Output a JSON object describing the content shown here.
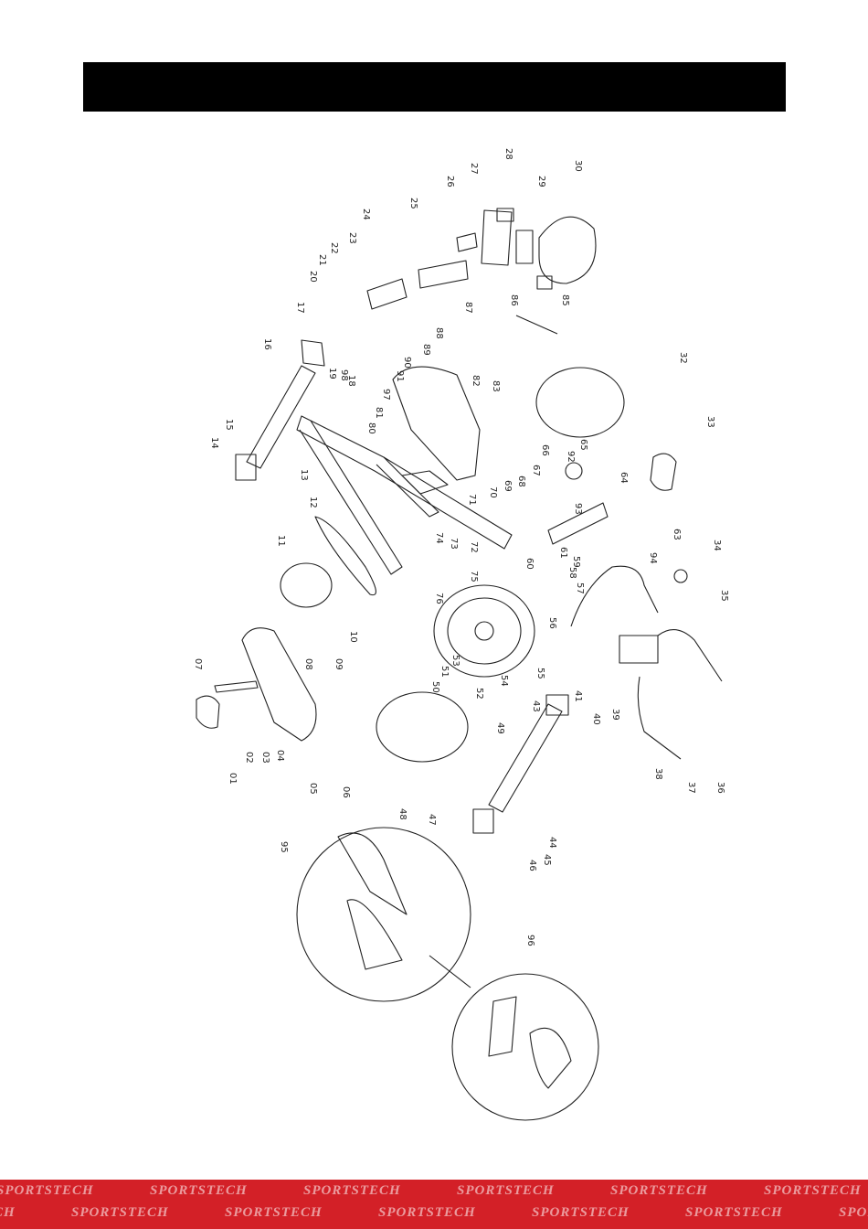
{
  "header": {
    "title": ""
  },
  "diagram": {
    "part_labels": [
      "01",
      "02",
      "03",
      "04",
      "05",
      "06",
      "07",
      "08",
      "09",
      "10",
      "11",
      "12",
      "13",
      "14",
      "15",
      "16",
      "17",
      "18",
      "19",
      "20",
      "21",
      "22",
      "23",
      "24",
      "25",
      "26",
      "27",
      "28",
      "29",
      "30",
      "32",
      "33",
      "34",
      "35",
      "36",
      "37",
      "38",
      "39",
      "40",
      "41",
      "43",
      "44",
      "45",
      "46",
      "47",
      "48",
      "49",
      "50",
      "51",
      "52",
      "53",
      "54",
      "55",
      "56",
      "57",
      "58",
      "59",
      "60",
      "61",
      "63",
      "64",
      "65",
      "66",
      "67",
      "68",
      "69",
      "70",
      "71",
      "72",
      "73",
      "74",
      "75",
      "76",
      "80",
      "81",
      "82",
      "83",
      "85",
      "86",
      "87",
      "88",
      "89",
      "90",
      "91",
      "92",
      "93",
      "94",
      "95",
      "96",
      "97",
      "98"
    ]
  },
  "footer": {
    "brand": "SPORTSTECH"
  },
  "colors": {
    "header": "#000000",
    "footer": "#d32027",
    "line": "#222222"
  }
}
